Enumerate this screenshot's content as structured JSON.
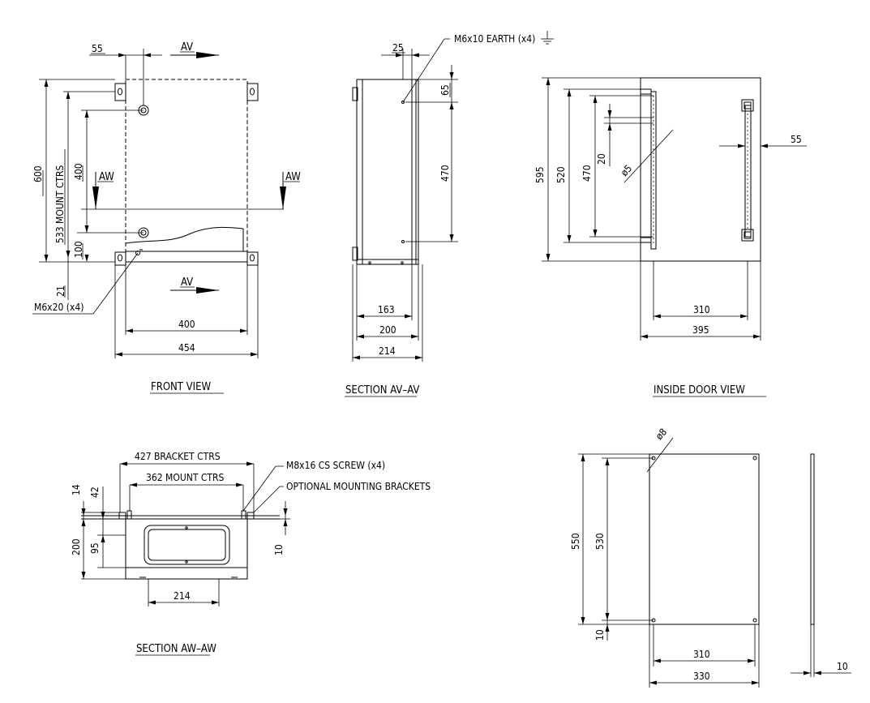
{
  "views": {
    "front_title": "FRONT VIEW",
    "section_av_title": "SECTION AV–AV",
    "inside_door_title": "INSIDE DOOR VIEW",
    "section_aw_title": "SECTION AW–AW"
  },
  "front": {
    "dim_55": "55",
    "av_label": "AV",
    "aw_label": "AW",
    "dim_600": "600",
    "dim_533": "533 MOUNT CTRS",
    "dim_400_v": "400",
    "dim_100": "100",
    "dim_21": "21",
    "screw": "M6x20 (x4)",
    "dim_400_h": "400",
    "dim_454": "454"
  },
  "section_av": {
    "dim_25": "25",
    "earth": "M6x10 EARTH (x4)",
    "dim_65": "65",
    "dim_470": "470",
    "dim_163": "163",
    "dim_200": "200",
    "dim_214": "214"
  },
  "inside_door": {
    "dim_595": "595",
    "dim_520": "520",
    "dim_470": "470",
    "dim_20": "20",
    "dim_5": "ø5",
    "dim_55": "55",
    "dim_310": "310",
    "dim_395": "395"
  },
  "section_aw": {
    "dim_427": "427 BRACKET CTRS",
    "dim_362": "362 MOUNT CTRS",
    "screw": "M8x16 CS SCREW (x4)",
    "brackets": "OPTIONAL MOUNTING BRACKETS",
    "dim_14": "14",
    "dim_42": "42",
    "dim_200": "200",
    "dim_95": "95",
    "dim_10": "10",
    "dim_214": "214"
  },
  "plate": {
    "dim_8": "ø8",
    "dim_550": "550",
    "dim_530": "530",
    "dim_10_v": "10",
    "dim_310": "310",
    "dim_330": "330",
    "dim_10_h": "10"
  }
}
